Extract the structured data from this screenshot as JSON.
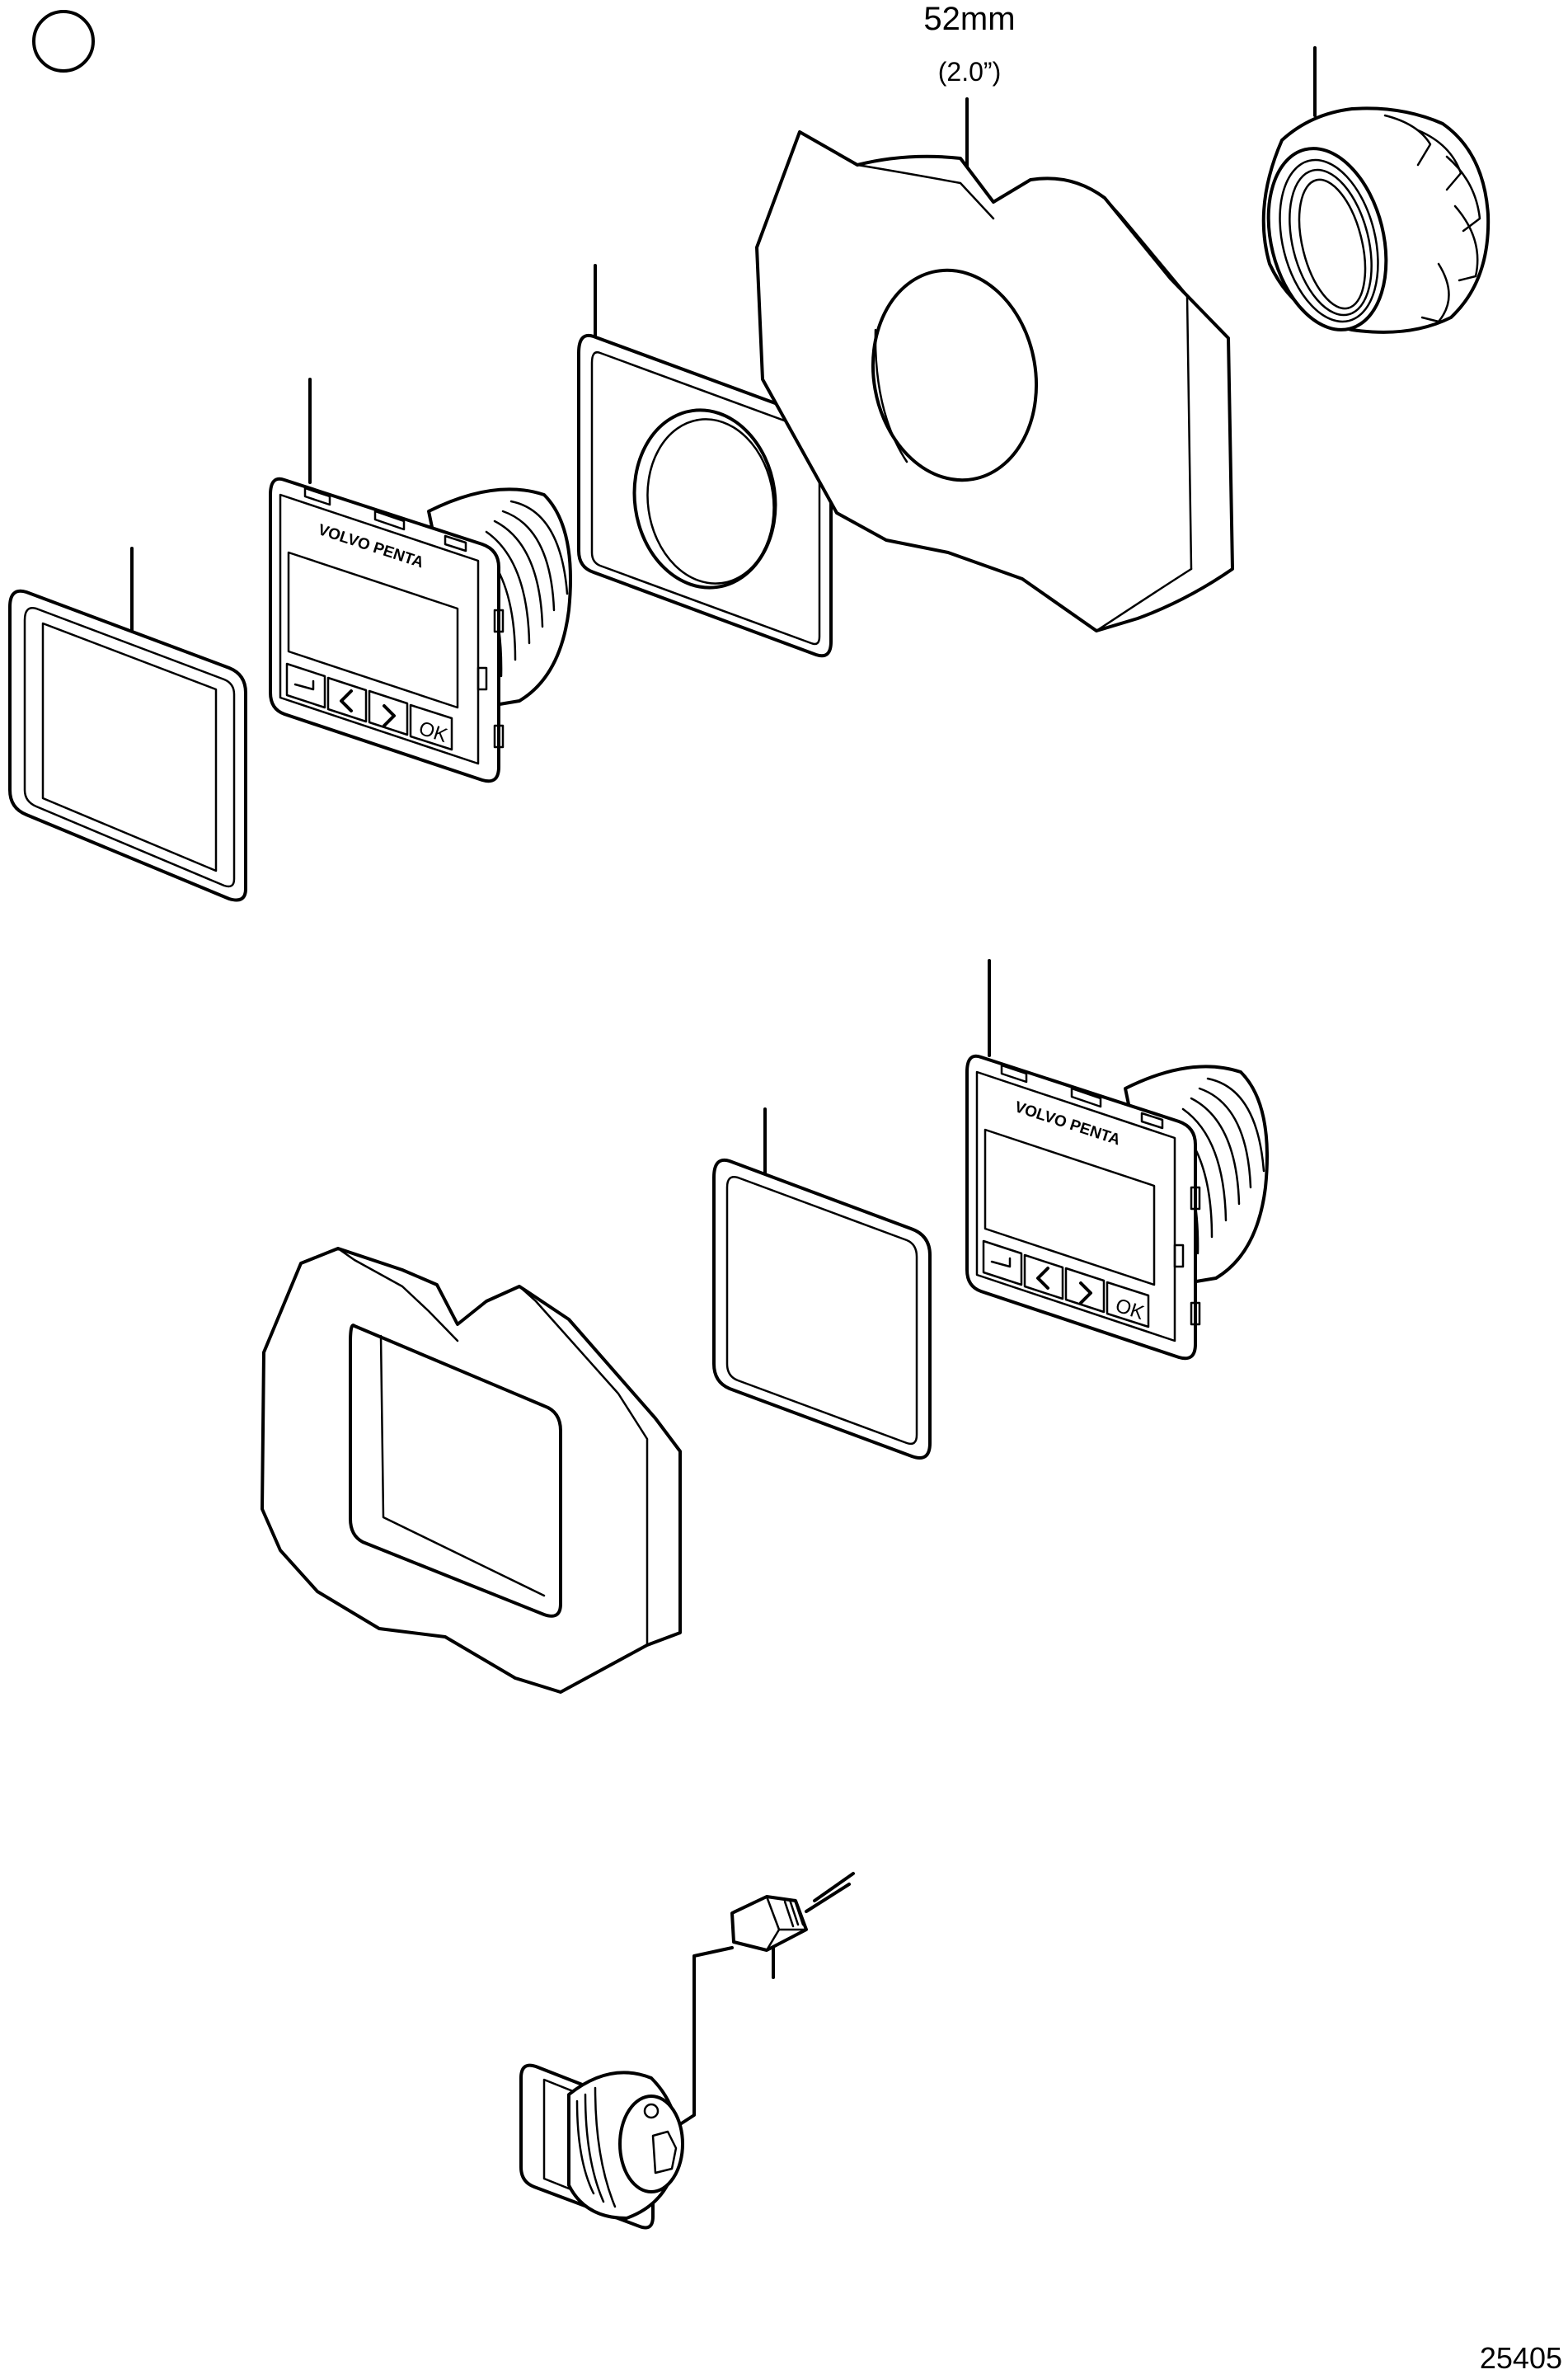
{
  "dimension": {
    "value": "52mm",
    "value_inch": "(2.0”)"
  },
  "brand": {
    "top_unit": "VOLVO PENTA",
    "middle_unit": "VOLVO PENTA"
  },
  "buttons": {
    "ok_label": "OK"
  },
  "figure_id": "25405"
}
